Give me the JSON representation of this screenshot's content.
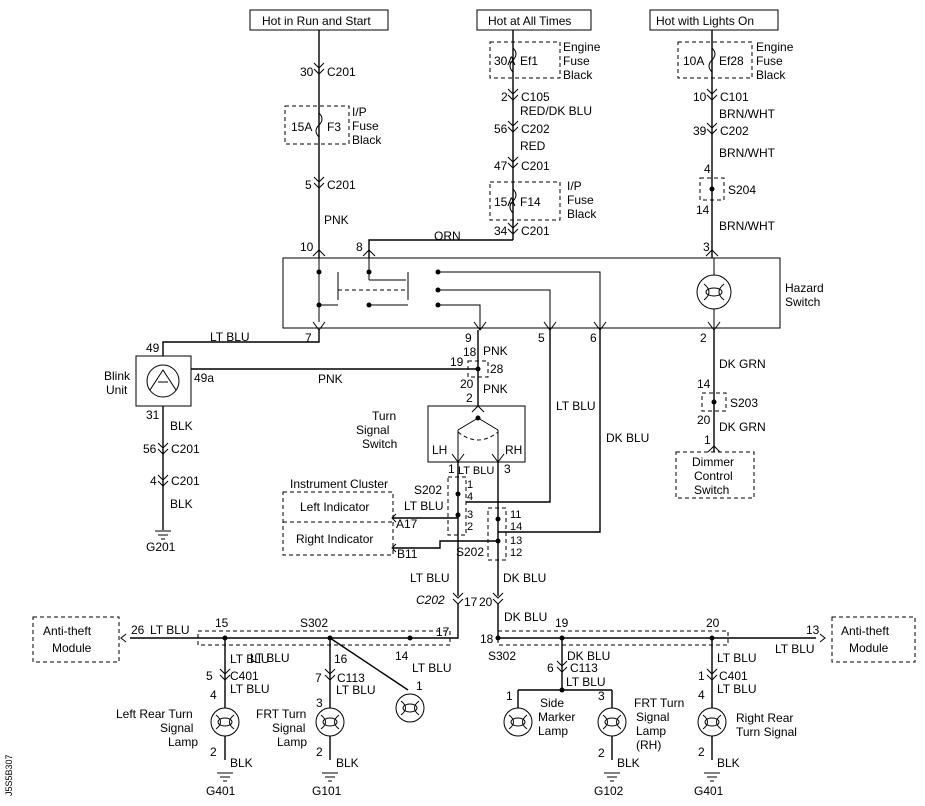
{
  "sources": {
    "run_start": "Hot in Run and Start",
    "at_all_times": "Hot at All Times",
    "lights_on": "Hot with Lights On"
  },
  "fuses": {
    "f3": {
      "amp": "15A",
      "id": "F3",
      "desc": [
        "I/P",
        "Fuse",
        "Black"
      ]
    },
    "ef1": {
      "amp": "30A",
      "id": "Ef1",
      "desc": [
        "Engine",
        "Fuse",
        "Black"
      ]
    },
    "f14": {
      "amp": "15A",
      "id": "F14",
      "desc": [
        "I/P",
        "Fuse",
        "Black"
      ]
    },
    "ef28": {
      "amp": "10A",
      "id": "Ef28",
      "desc": [
        "Engine",
        "Fuse",
        "Black"
      ]
    }
  },
  "connectors": {
    "c201": "C201",
    "c105": "C105",
    "c202": "C202",
    "c101": "C101",
    "c401": "C401",
    "c113": "C113",
    "c202_italic": "C202"
  },
  "splices": {
    "s204": "S204",
    "s203": "S203",
    "s202": "S202",
    "s302": "S302",
    "s28": "28"
  },
  "wires": {
    "pnk": "PNK",
    "orn": "ORN",
    "red_dkblu": "RED/DK BLU",
    "red": "RED",
    "brn_wht": "BRN/WHT",
    "lt_blu": "LT BLU",
    "dk_blu": "DK BLU",
    "dk_grn": "DK GRN",
    "blk": "BLK"
  },
  "pins": {
    "p30": "30",
    "p5": "5",
    "p2": "2",
    "p56": "56",
    "p47": "47",
    "p34": "34",
    "p10": "10",
    "p39": "39",
    "p4": "4",
    "p14": "14",
    "p8": "8",
    "p3": "3",
    "p7": "7",
    "p9": "9",
    "p6": "6",
    "p18": "18",
    "p19": "19",
    "p20": "20",
    "p49": "49",
    "p49a": "49a",
    "p31": "31",
    "p1": "1",
    "p11": "11",
    "p13": "13",
    "p12": "12",
    "p17": "17",
    "p15": "15",
    "p16": "16",
    "p26": "26"
  },
  "components": {
    "hazard": [
      "Hazard",
      "Switch"
    ],
    "blink": [
      "Blink",
      "Unit"
    ],
    "turn_switch": [
      "Turn",
      "Signal",
      "Switch"
    ],
    "lh": "LH",
    "rh": "RH",
    "dimmer": [
      "Dimmer",
      "Control",
      "Switch"
    ],
    "cluster": "Instrument Cluster",
    "left_ind": "Left Indicator",
    "right_ind": "Right Indicator",
    "a17": "A17",
    "b11": "B11",
    "antitheft": [
      "Anti-theft",
      "Module"
    ],
    "lr_lamp": [
      "Left Rear Turn",
      "Signal",
      "Lamp"
    ],
    "frt_lamp": [
      "FRT Turn",
      "Signal",
      "Lamp"
    ],
    "side_marker": [
      "Side",
      "Marker",
      "Lamp"
    ],
    "frt_rh_lamp": [
      "FRT Turn",
      "Signal",
      "Lamp",
      "(RH)"
    ],
    "rr_lamp": [
      "Right Rear",
      "Turn Signal"
    ]
  },
  "grounds": {
    "g201": "G201",
    "g401": "G401",
    "g101": "G101",
    "g102": "G102"
  },
  "figure_id": "J5S5B307"
}
